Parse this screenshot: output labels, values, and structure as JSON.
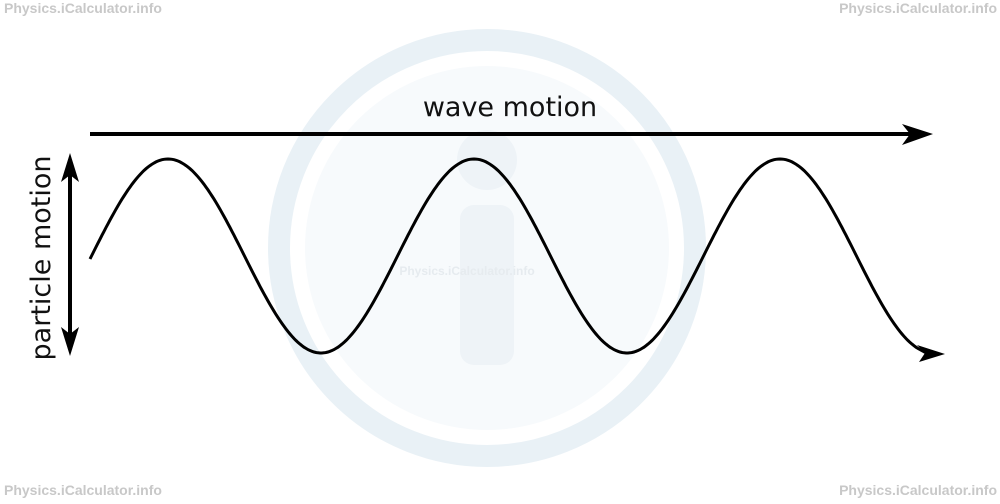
{
  "watermark": {
    "corner_text": "Physics.iCalculator.info",
    "center_text": "Physics.iCalculator.info",
    "logo_icon": "info-i-icon",
    "logo_color": "#dce8f0"
  },
  "diagram": {
    "wave_motion_label": "wave motion",
    "particle_motion_label": "particle motion",
    "stroke_color": "#000000"
  }
}
